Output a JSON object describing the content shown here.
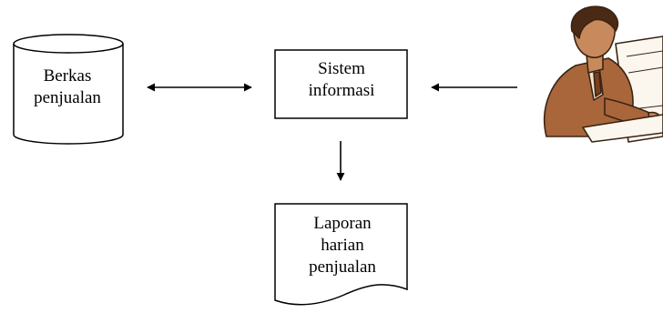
{
  "nodes": {
    "storage": {
      "lines": [
        "Berkas",
        "penjualan"
      ]
    },
    "process": {
      "lines": [
        "Sistem",
        "informasi"
      ]
    },
    "report": {
      "lines": [
        "Laporan",
        "harian",
        "penjualan"
      ]
    }
  },
  "user_figure": {
    "icon": "person-at-computer-icon"
  },
  "colors": {
    "stroke": "#000000",
    "skin": "#c88a5c",
    "suit": "#a8663a",
    "outline": "#3a2414"
  }
}
